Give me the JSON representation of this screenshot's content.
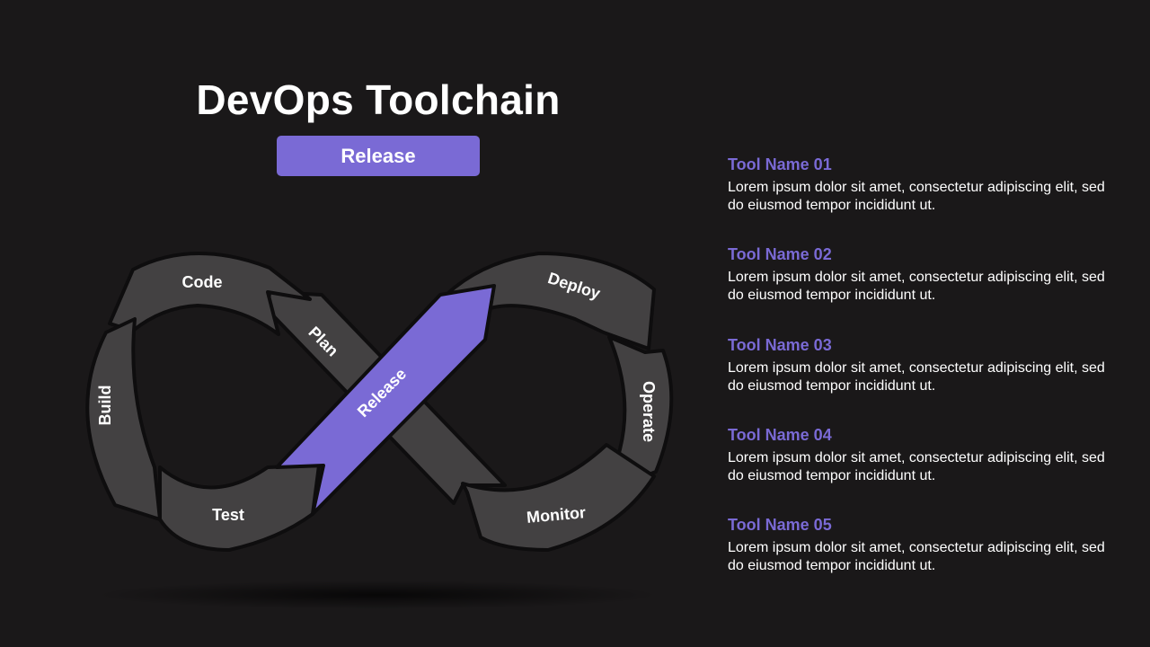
{
  "slide": {
    "title": "DevOps Toolchain",
    "badge": "Release"
  },
  "diagram": {
    "segments": {
      "code": "Code",
      "build": "Build",
      "test": "Test",
      "plan": "Plan",
      "release": "Release",
      "deploy": "Deploy",
      "operate": "Operate",
      "monitor": "Monitor"
    },
    "highlight": "release"
  },
  "colors": {
    "background": "#1a1819",
    "segment": "#434142",
    "segment_outline": "#0e0d0e",
    "accent": "#7a6ad5",
    "text": "#ffffff"
  },
  "tools": [
    {
      "name": "Tool Name 01",
      "desc": "Lorem ipsum dolor sit amet, consectetur adipiscing elit, sed do eiusmod tempor incididunt ut."
    },
    {
      "name": "Tool Name 02",
      "desc": "Lorem ipsum dolor sit amet, consectetur adipiscing elit, sed do eiusmod tempor incididunt ut."
    },
    {
      "name": "Tool Name 03",
      "desc": "Lorem ipsum dolor sit amet, consectetur adipiscing elit, sed do eiusmod tempor incididunt ut."
    },
    {
      "name": "Tool Name 04",
      "desc": "Lorem ipsum dolor sit amet, consectetur adipiscing elit, sed do eiusmod tempor incididunt ut."
    },
    {
      "name": "Tool Name 05",
      "desc": "Lorem ipsum dolor sit amet, consectetur adipiscing elit, sed do eiusmod tempor incididunt ut."
    }
  ]
}
